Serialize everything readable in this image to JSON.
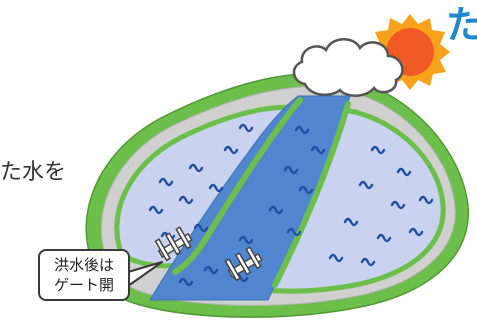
{
  "heading": {
    "fragment": "た",
    "color": "#1e88d0"
  },
  "body_text": {
    "fragment": "た水を",
    "color": "#333333"
  },
  "callout": {
    "line1": "洪水後は",
    "line2": "ゲート開"
  },
  "icons": [
    "sun-icon",
    "cloud-icon",
    "floodgate-icon",
    "water-ripple-icon"
  ],
  "colors": {
    "grass": "#6cbf4a",
    "basin_water": "#c9d3ef",
    "river_water": "#4f86cf",
    "levee": "#d0d0d0",
    "sun": "#f05a24",
    "cloud_outline": "#555555"
  }
}
